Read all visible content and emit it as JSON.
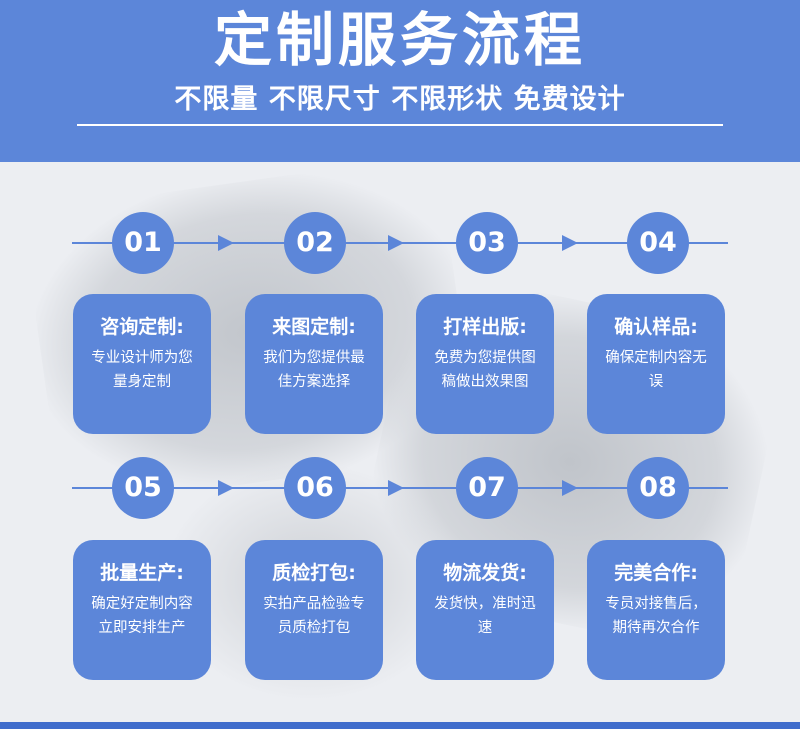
{
  "header": {
    "title": "定制服务流程",
    "subtitle": "不限量 不限尺寸 不限形状 免费设计"
  },
  "steps": [
    {
      "number": "01",
      "title": "咨询定制:",
      "desc": "专业设计师为您量身定制"
    },
    {
      "number": "02",
      "title": "来图定制:",
      "desc": "我们为您提供最佳方案选择"
    },
    {
      "number": "03",
      "title": "打样出版:",
      "desc": "免费为您提供图稿做出效果图"
    },
    {
      "number": "04",
      "title": "确认样品:",
      "desc": "确保定制内容无误"
    },
    {
      "number": "05",
      "title": "批量生产:",
      "desc": "确定好定制内容立即安排生产"
    },
    {
      "number": "06",
      "title": "质检打包:",
      "desc": "实拍产品检验专员质检打包"
    },
    {
      "number": "07",
      "title": "物流发货:",
      "desc": "发货快，准时迅速"
    },
    {
      "number": "08",
      "title": "完美合作:",
      "desc": "专员对接售后，期待再次合作"
    }
  ],
  "colors": {
    "accent": "#5c86d9",
    "text_on_accent": "#ffffff",
    "background": "#eceef2"
  }
}
